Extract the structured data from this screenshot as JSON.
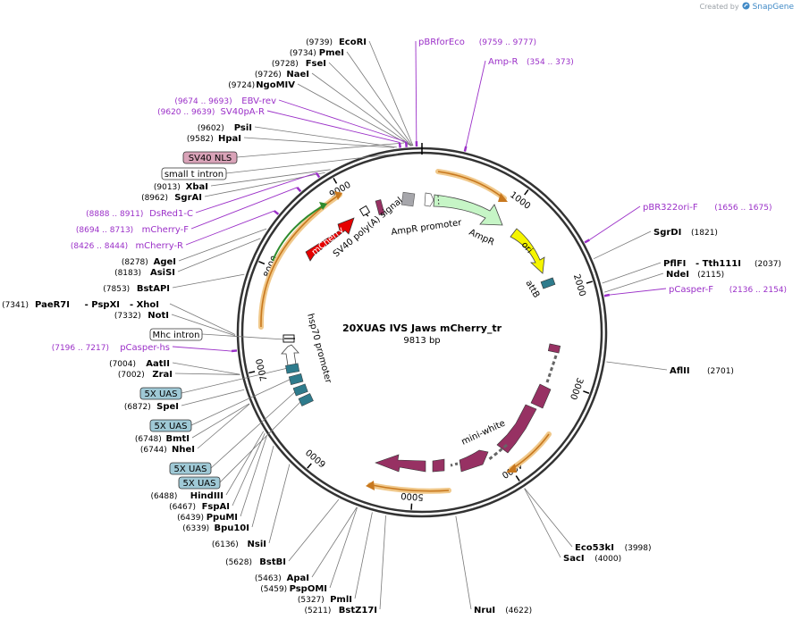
{
  "credit": {
    "created_by": "Created by",
    "brand": "SnapGene"
  },
  "plasmid": {
    "name": "20XUAS IVS Jaws mCherry_tr",
    "length": "9813 bp",
    "total_bp": 9813
  },
  "ticks": [
    1000,
    2000,
    3000,
    4000,
    5000,
    6000,
    7000,
    8000,
    9000
  ],
  "tick_labels": [
    "1000",
    "2000",
    "3000",
    "4000",
    "5000",
    "6000",
    "7000",
    "8000",
    "9000"
  ],
  "enzymes": [
    {
      "name": "EcoRI",
      "pos": "(9739)",
      "bp": 9739
    },
    {
      "name": "PmeI",
      "pos": "(9734)",
      "bp": 9734
    },
    {
      "name": "FseI",
      "pos": "(9728)",
      "bp": 9728
    },
    {
      "name": "NaeI",
      "pos": "(9726)",
      "bp": 9726
    },
    {
      "name": "NgoMIV",
      "pos": "(9724)",
      "bp": 9724
    },
    {
      "name": "PsiI",
      "pos": "(9602)",
      "bp": 9602
    },
    {
      "name": "HpaI",
      "pos": "(9582)",
      "bp": 9582
    },
    {
      "name": "XbaI",
      "pos": "(9013)",
      "bp": 9013
    },
    {
      "name": "SgrAI",
      "pos": "(8962)",
      "bp": 8962
    },
    {
      "name": "AgeI",
      "pos": "(8278)",
      "bp": 8278
    },
    {
      "name": "AsiSI",
      "pos": "(8183)",
      "bp": 8183
    },
    {
      "name": "BstAPI",
      "pos": "(7853)",
      "bp": 7853
    },
    {
      "name": "NotI",
      "pos": "(7332)",
      "bp": 7332
    },
    {
      "name": "AatII",
      "pos": "(7004)",
      "bp": 7004
    },
    {
      "name": "ZraI",
      "pos": "(7002)",
      "bp": 7002
    },
    {
      "name": "SpeI",
      "pos": "(6872)",
      "bp": 6872
    },
    {
      "name": "BmtI",
      "pos": "(6748)",
      "bp": 6748
    },
    {
      "name": "NheI",
      "pos": "(6744)",
      "bp": 6744
    },
    {
      "name": "HindIII",
      "pos": "(6488)",
      "bp": 6488
    },
    {
      "name": "FspAI",
      "pos": "(6467)",
      "bp": 6467
    },
    {
      "name": "PpuMI",
      "pos": "(6439)",
      "bp": 6439
    },
    {
      "name": "Bpu10I",
      "pos": "(6339)",
      "bp": 6339
    },
    {
      "name": "NsiI",
      "pos": "(6136)",
      "bp": 6136
    },
    {
      "name": "BstBI",
      "pos": "(5628)",
      "bp": 5628
    },
    {
      "name": "ApaI",
      "pos": "(5463)",
      "bp": 5463
    },
    {
      "name": "PspOMI",
      "pos": "(5459)",
      "bp": 5459
    },
    {
      "name": "PmlI",
      "pos": "(5327)",
      "bp": 5327
    },
    {
      "name": "BstZ17I",
      "pos": "(5211)",
      "bp": 5211
    },
    {
      "name": "NruI",
      "pos": "(4622)",
      "bp": 4622
    },
    {
      "name": "SacI",
      "pos": "(4000)",
      "bp": 4000
    },
    {
      "name": "Eco53kI",
      "pos": "(3998)",
      "bp": 3998
    },
    {
      "name": "AflII",
      "pos": "(2701)",
      "bp": 2701
    },
    {
      "name": "NdeI",
      "pos": "(2115)",
      "bp": 2115
    },
    {
      "name": "SgrDI",
      "pos": "(1821)",
      "bp": 1821
    }
  ],
  "enzyme_multi": [
    {
      "left": "PaeR7I",
      "mid": "- PspXI",
      "right": "- XhoI",
      "pos": "(7341)",
      "bp": 7341
    },
    {
      "left": "PflFI",
      "mid": "- Tth111I",
      "pos": "(2037)",
      "bp": 2037
    }
  ],
  "primers": [
    {
      "name": "pBRforEco",
      "range": "(9759 .. 9777)",
      "bp": 9768
    },
    {
      "name": "Amp-R",
      "range": "(354 .. 373)",
      "bp": 363
    },
    {
      "name": "EBV-rev",
      "range": "(9674 .. 9693)",
      "bp": 9683
    },
    {
      "name": "SV40pA-R",
      "range": "(9620 .. 9639)",
      "bp": 9630
    },
    {
      "name": "DsRed1-C",
      "range": "(8888 .. 8911)",
      "bp": 8900
    },
    {
      "name": "mCherry-F",
      "range": "(8694 .. 8713)",
      "bp": 8703
    },
    {
      "name": "mCherry-R",
      "range": "(8426 .. 8444)",
      "bp": 8435
    },
    {
      "name": "pCasper-hs",
      "range": "(7196 .. 7217)",
      "bp": 7206
    },
    {
      "name": "pBR322ori-F",
      "range": "(1656 .. 1675)",
      "bp": 1665
    },
    {
      "name": "pCasper-F",
      "range": "(2136 .. 2154)",
      "bp": 2145
    }
  ],
  "boxed_features": [
    {
      "name": "SV40 NLS",
      "fill": "#d9a3b8"
    },
    {
      "name": "small t intron",
      "fill": "#ffffff"
    },
    {
      "name": "Mhc intron",
      "fill": "#ffffff"
    },
    {
      "name": "5X UAS",
      "fill": "#9fc9d6"
    },
    {
      "name": "5X UAS",
      "fill": "#9fc9d6"
    },
    {
      "name": "5X UAS",
      "fill": "#9fc9d6"
    },
    {
      "name": "5X UAS",
      "fill": "#9fc9d6"
    }
  ],
  "features": {
    "amp_r": "AmpR",
    "ampr_promoter": "AmpR promoter",
    "ori": "ori",
    "attb": "attB",
    "mini_white": "mini-white",
    "hsp70_promoter": "hsp70 promoter",
    "sv40_polya": "SV40 poly(A) signal",
    "mcherry": "mCherry"
  },
  "colors": {
    "primer": "#9b30c8",
    "orf_arc": "#f0c88a",
    "orf_arrow": "#c8781e",
    "amp": "#c6f5c6",
    "ori": "#f5f500",
    "attb": "#2e7b8c",
    "mini_white": "#973163",
    "mcherry": "#e60000",
    "green_orf": "#2e8b2e",
    "uas": "#2e7b8c"
  }
}
